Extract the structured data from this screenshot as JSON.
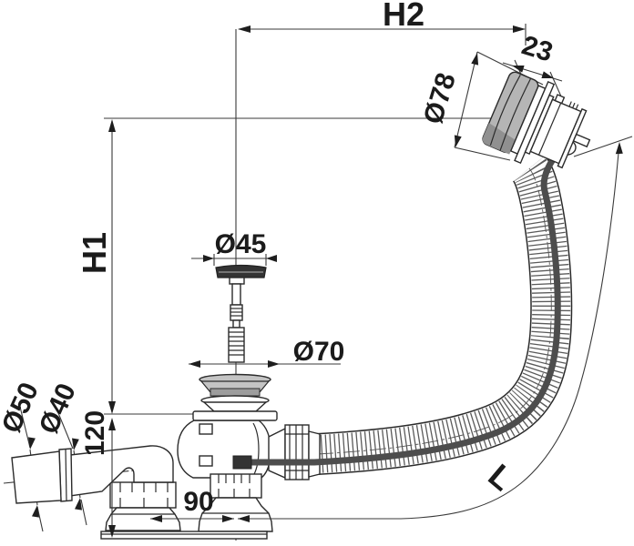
{
  "drawing": {
    "type": "technical-dimension-drawing",
    "subject": "bathtub-waste-and-overflow-set",
    "labels": {
      "h2": "H2",
      "h1": "H1",
      "l": "L",
      "d23": "23",
      "d78": "Ø78",
      "d45": "Ø45",
      "d70": "Ø70",
      "d50": "Ø50",
      "d40": "Ø40",
      "v120": "120",
      "v90": "90"
    },
    "colors": {
      "outline": "#2b2b2b",
      "dim_line": "#3a3a3a",
      "knob_gray": "#b5b5b5",
      "knob_shade": "#909090",
      "strainer_gray": "#c4c4c4",
      "strainer_band": "#9d9d9d",
      "plug_dark": "#333333",
      "cable_dark": "#4d4d4d"
    }
  }
}
